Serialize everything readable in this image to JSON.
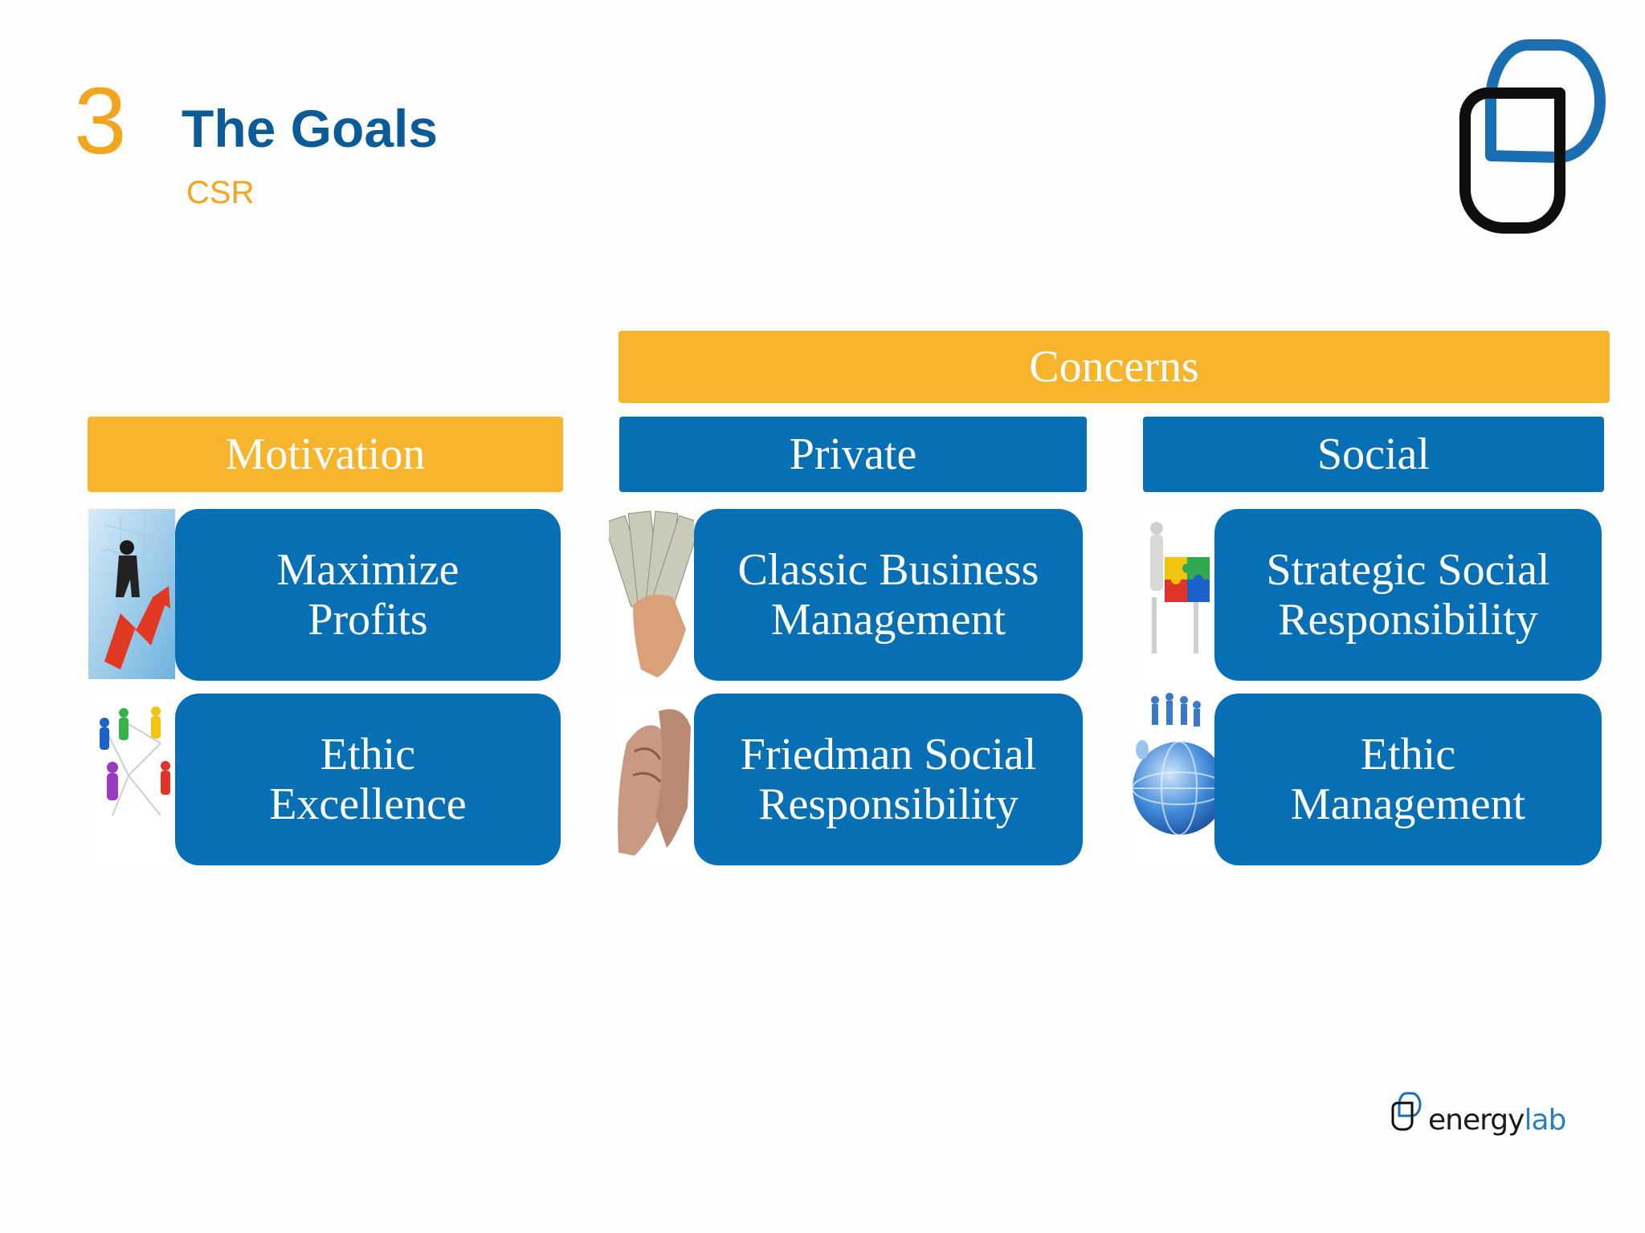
{
  "header": {
    "section_number": "3",
    "title": "The Goals",
    "subtitle": "CSR"
  },
  "headers": {
    "concerns": "Concerns",
    "motivation": "Motivation",
    "private": "Private",
    "social": "Social"
  },
  "cards": {
    "maximize_profits": {
      "line1": "Maximize",
      "line2": "Profits"
    },
    "ethic_excellence": {
      "line1": "Ethic",
      "line2": "Excellence"
    },
    "classic_business": {
      "line1": "Classic Business",
      "line2": "Management"
    },
    "friedman": {
      "line1": "Friedman Social",
      "line2": "Responsibility"
    },
    "strategic": {
      "line1": "Strategic Social",
      "line2": "Responsibility"
    },
    "ethic_management": {
      "line1": "Ethic",
      "line2": "Management"
    }
  },
  "footer": {
    "logo_text": "energylab"
  },
  "colors": {
    "accent_orange": "#f6b52d",
    "accent_blue": "#0770b4",
    "title_blue": "#0c5b99"
  },
  "icons": [
    "energylab-corner-logo",
    "businessman-chart-image",
    "people-network-image",
    "money-hand-image",
    "handshake-image",
    "puzzle-people-image",
    "globe-people-image",
    "energylab-footer-logo"
  ]
}
